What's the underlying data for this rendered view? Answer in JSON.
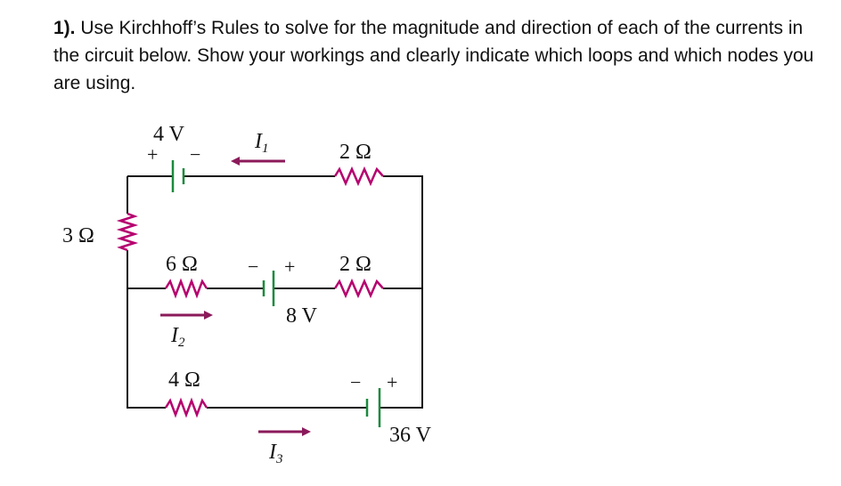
{
  "question": {
    "number": "1).",
    "text": " Use Kirchhoff’s Rules to solve for the magnitude and direction of each of the currents in the circuit below. Show your workings and clearly indicate which loops and which nodes you are using."
  },
  "circuit": {
    "battery_top": {
      "label": "4 V",
      "plus": "+",
      "minus": "−"
    },
    "battery_middle": {
      "label": "8 V",
      "plus": "+",
      "minus": "−"
    },
    "battery_bottom": {
      "label": "36 V",
      "plus": "+",
      "minus": "−"
    },
    "resistor_left": {
      "label": "3 Ω"
    },
    "resistor_top_right": {
      "label": "2 Ω"
    },
    "resistor_mid_left": {
      "label": "6 Ω"
    },
    "resistor_mid_right": {
      "label": "2 Ω"
    },
    "resistor_bottom_left": {
      "label": "4 Ω"
    },
    "current_1": {
      "symbol": "I",
      "subscript": "1",
      "direction": "left"
    },
    "current_2": {
      "symbol": "I",
      "subscript": "2",
      "direction": "right"
    },
    "current_3": {
      "symbol": "I",
      "subscript": "3",
      "direction": "right"
    },
    "colors": {
      "wire": "#111111",
      "resistor": "#b5006e",
      "battery": "#1a8a3c",
      "arrow": "#8b1a5a"
    }
  }
}
